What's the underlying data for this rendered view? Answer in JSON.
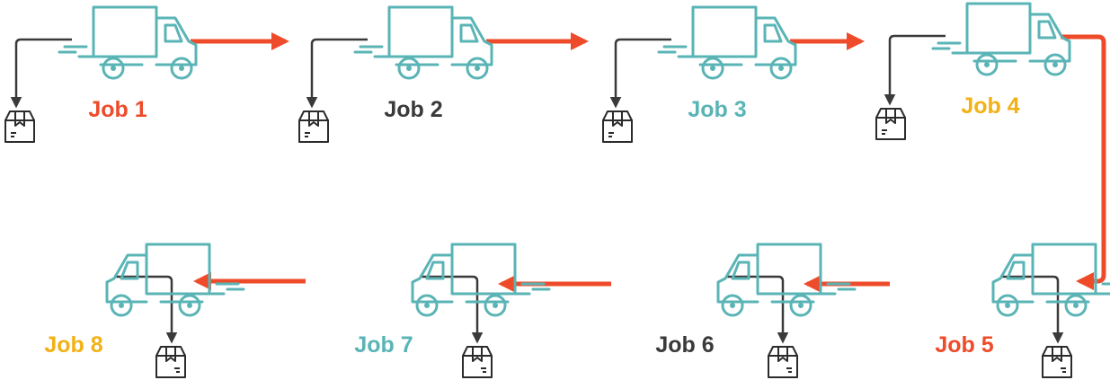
{
  "colors": {
    "truck": "#5ab4b6",
    "flow_arrow": "#ee4b2b",
    "drop_arrow": "#3a3a3a",
    "box": "#2b2b2b",
    "background": "#ffffff"
  },
  "icons": {
    "vehicle": "delivery-truck-icon",
    "package": "package-box-icon"
  },
  "jobs": [
    {
      "label": "Job 1",
      "color": "#ee4b2b"
    },
    {
      "label": "Job 2",
      "color": "#3a3a3a"
    },
    {
      "label": "Job 3",
      "color": "#5ab4b6"
    },
    {
      "label": "Job 4",
      "color": "#f2b116"
    },
    {
      "label": "Job 5",
      "color": "#ee4b2b"
    },
    {
      "label": "Job 6",
      "color": "#3a3a3a"
    },
    {
      "label": "Job 7",
      "color": "#5ab4b6"
    },
    {
      "label": "Job 8",
      "color": "#f2b116"
    }
  ]
}
